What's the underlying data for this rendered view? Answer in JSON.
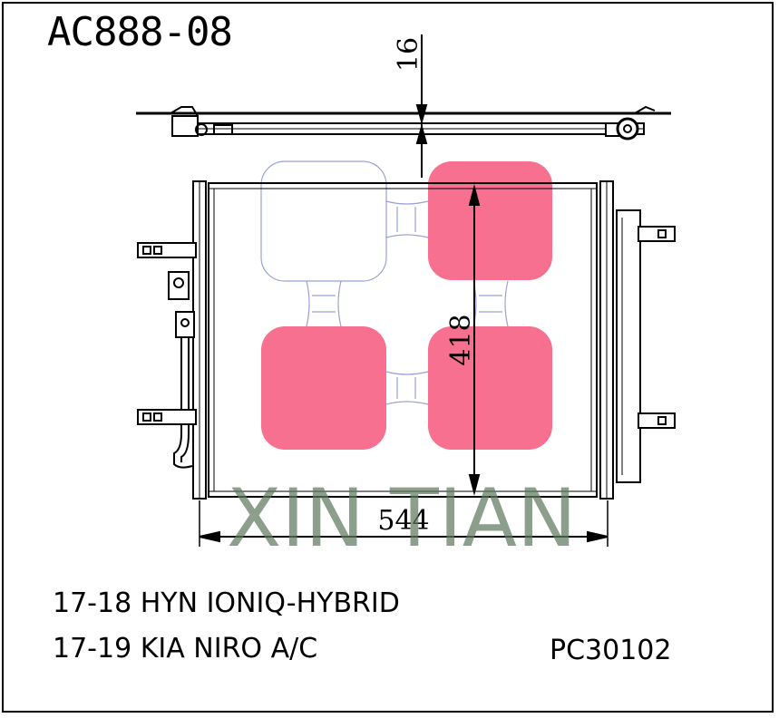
{
  "part_code": "AC888-08",
  "dimensions": {
    "thickness": "16",
    "height": "418",
    "width": "544"
  },
  "fan_colors": {
    "active": "#f7708f",
    "outline": "#9aa0d8"
  },
  "watermark": "XIN TIAN",
  "applications": [
    "17-18 HYN IONIQ-HYBRID",
    "17-19 KIA NIRO A/C"
  ],
  "reference_number": "PC30102"
}
